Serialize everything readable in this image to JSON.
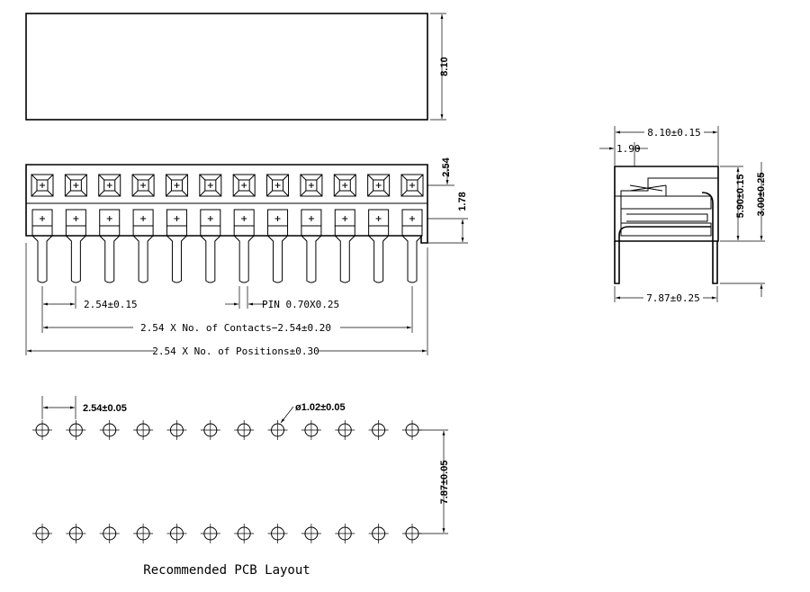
{
  "front_view": {
    "height_dim": "8.10",
    "pitch_label": "2.54±0.15",
    "pin_label": "PIN 0.70X0.25",
    "contacts_dim": "2.54 X No. of Contacts−2.54±0.20",
    "positions_dim": "2.54 X No. of Positions±0.30",
    "top_offset_dim": "2.54",
    "row_offset_dim": "1.78",
    "contacts_per_row": 12
  },
  "side_view": {
    "width_dim": "8.10±0.15",
    "offset_dim": "1.90",
    "height_dim": "5.90±0.15",
    "tail_dim": "3.00±0.25",
    "row_spacing_dim": "7.87±0.25"
  },
  "pcb_layout": {
    "pitch_dim": "2.54±0.05",
    "hole_dim": "ø1.02±0.05",
    "row_spacing_dim": "7.87±0.05",
    "caption": "Recommended PCB Layout",
    "holes_per_row": 12
  }
}
